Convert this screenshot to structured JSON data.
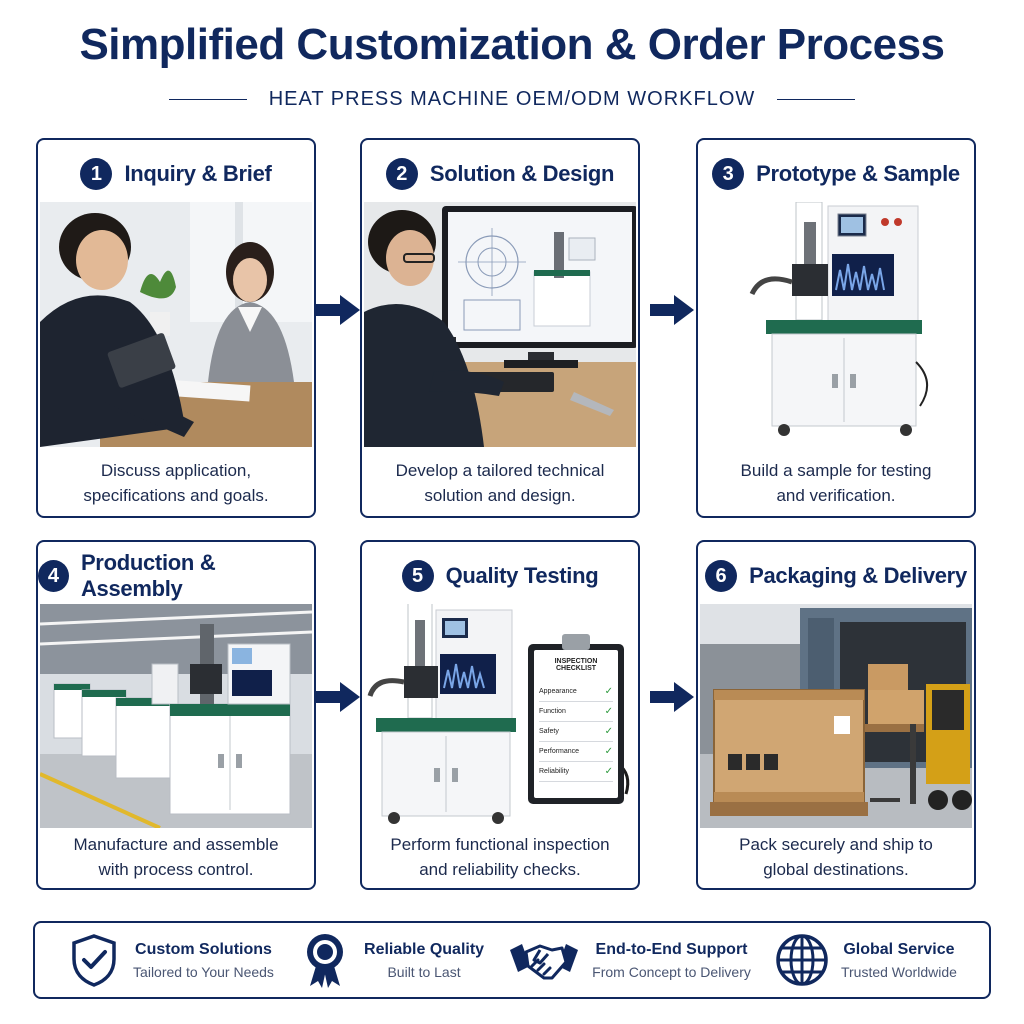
{
  "header": {
    "title": "Simplified Customization & Order Process",
    "subtitle": "HEAT PRESS MACHINE OEM/ODM WORKFLOW"
  },
  "steps": [
    {
      "number": "1",
      "title": "Inquiry & Brief",
      "description_line1": "Discuss application,",
      "description_line2": "specifications and goals."
    },
    {
      "number": "2",
      "title": "Solution & Design",
      "description_line1": "Develop a tailored technical",
      "description_line2": "solution and design."
    },
    {
      "number": "3",
      "title": "Prototype & Sample",
      "description_line1": "Build a sample for testing",
      "description_line2": "and verification."
    },
    {
      "number": "4",
      "title": "Production & Assembly",
      "description_line1": "Manufacture and assemble",
      "description_line2": "with process control."
    },
    {
      "number": "5",
      "title": "Quality Testing",
      "description_line1": "Perform functional inspection",
      "description_line2": "and reliability checks."
    },
    {
      "number": "6",
      "title": "Packaging & Delivery",
      "description_line1": "Pack securely and ship to",
      "description_line2": "global destinations."
    }
  ],
  "checklist": {
    "title": "INSPECTION CHECKLIST",
    "items": [
      "Appearance",
      "Function",
      "Safety",
      "Performance",
      "Reliability"
    ]
  },
  "features": [
    {
      "icon": "shield-check-icon",
      "title": "Custom Solutions",
      "subtitle": "Tailored to Your Needs"
    },
    {
      "icon": "award-ribbon-icon",
      "title": "Reliable Quality",
      "subtitle": "Built to Last"
    },
    {
      "icon": "handshake-icon",
      "title": "End-to-End Support",
      "subtitle": "From Concept to Delivery"
    },
    {
      "icon": "globe-icon",
      "title": "Global Service",
      "subtitle": "Trusted Worldwide"
    }
  ],
  "colors": {
    "primary": "#10285e",
    "accent_green": "#1f6b4f",
    "check_green": "#2e9b3e"
  }
}
